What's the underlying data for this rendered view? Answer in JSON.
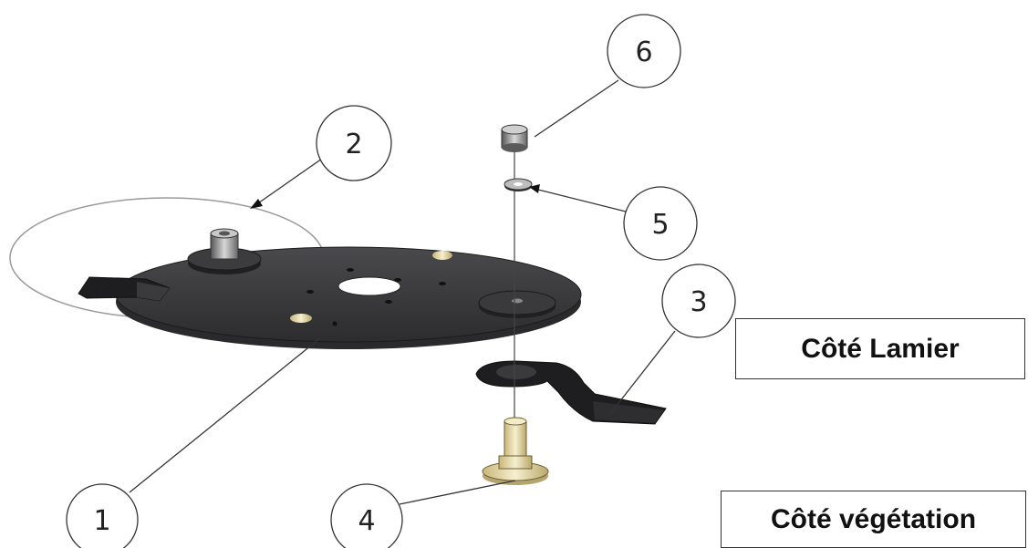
{
  "callouts": [
    {
      "id": "1",
      "label": "1"
    },
    {
      "id": "2",
      "label": "2"
    },
    {
      "id": "3",
      "label": "3"
    },
    {
      "id": "4",
      "label": "4"
    },
    {
      "id": "5",
      "label": "5"
    },
    {
      "id": "6",
      "label": "6"
    }
  ],
  "labels": {
    "side_lamier": "Côté Lamier",
    "side_vegetation": "Côté végétation"
  },
  "colors": {
    "disc": "#3b3b3d",
    "blade": "#1e1e20",
    "brass": "#e8dcae",
    "leader": "#333333"
  }
}
